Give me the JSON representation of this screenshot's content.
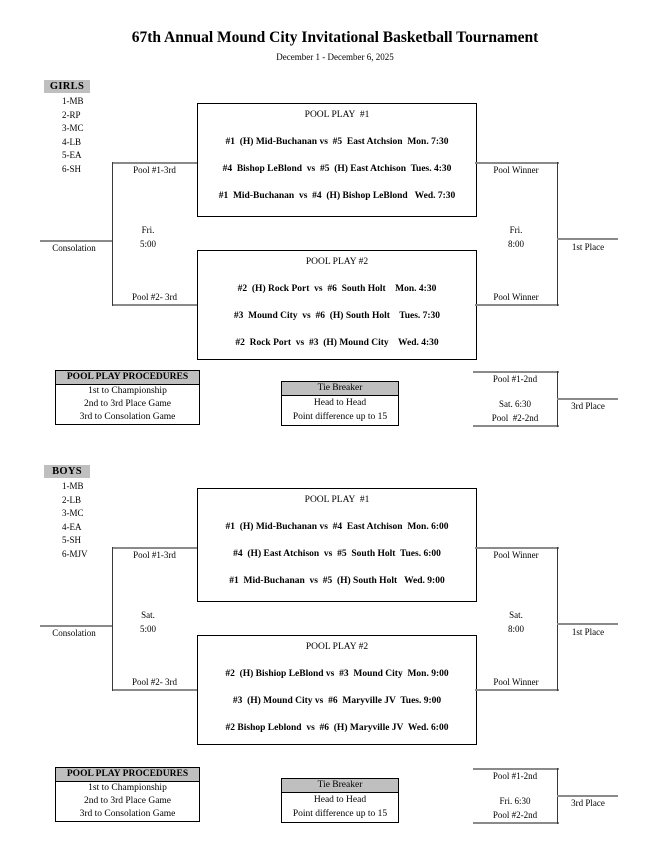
{
  "page": {
    "title": "67th Annual Mound City Invitational Basketball Tournament",
    "subtitle": "December 1 - December 6, 2025"
  },
  "colors": {
    "header_bg": "#bfbfbf",
    "bracket_line": "#8a8a8a"
  },
  "sections": [
    {
      "label": "GIRLS",
      "legend": [
        "1-MB",
        "2-RP",
        "3-MC",
        "4-LB",
        "5-EA",
        "6-SH"
      ],
      "pool1": {
        "title": "POOL PLAY  #1",
        "games": [
          "#1  (H) Mid-Buchanan vs  #5  East Atchsion  Mon. 7:30",
          "#4  Bishop LeBlond  vs  #5  (H) East Atchison  Tues. 4:30",
          "#1  Mid-Buchanan  vs  #4  (H) Bishop LeBlond   Wed. 7:30"
        ]
      },
      "pool2": {
        "title": "POOL PLAY #2",
        "games": [
          "#2  (H) Rock Port  vs  #6  South Holt    Mon. 4:30",
          "#3  Mound City  vs  #6  (H) South Holt    Tues. 7:30",
          "#2  Rock Port  vs  #3  (H) Mound City    Wed. 4:30"
        ]
      },
      "bracket": {
        "pool1_seed": "Pool #1-3rd",
        "pool2_seed": "Pool #2- 3rd",
        "consolation_day": "Fri.",
        "consolation_time": "5:00",
        "consolation_label": "Consolation",
        "winner_top": "Pool Winner",
        "winner_bottom": "Pool Winner",
        "final_day": "Fri.",
        "final_time": "8:00",
        "final_label": "1st Place"
      },
      "third_place": {
        "top_seed": "Pool #1-2nd",
        "time": "Sat. 6:30",
        "bottom_seed": "Pool  #2-2nd",
        "label": "3rd Place"
      },
      "procedures": {
        "title": "POOL PLAY PROCEDURES",
        "rows": [
          "1st to Championship",
          "2nd to 3rd Place Game",
          "3rd to Consolation Game"
        ]
      },
      "tiebreaker": {
        "title": "Tie Breaker",
        "rows": [
          "Head to Head",
          "Point difference up to 15"
        ]
      }
    },
    {
      "label": "BOYS",
      "legend": [
        "1-MB",
        "2-LB",
        "3-MC",
        "4-EA",
        "5-SH",
        "6-MJV"
      ],
      "pool1": {
        "title": "POOL PLAY  #1",
        "games": [
          "#1  (H) Mid-Buchanan vs  #4  East Atchison  Mon. 6:00",
          "#4  (H) East Atchison  vs  #5  South Holt  Tues. 6:00",
          "#1  Mid-Buchanan  vs  #5  (H) South Holt   Wed. 9:00"
        ]
      },
      "pool2": {
        "title": "POOL PLAY #2",
        "games": [
          "#2  (H) Bishiop LeBlond vs  #3  Mound City  Mon. 9:00",
          "#3  (H) Mound City vs  #6  Maryville JV  Tues. 9:00",
          "#2 Bishop Leblond  vs  #6  (H) Maryville JV  Wed. 6:00"
        ]
      },
      "bracket": {
        "pool1_seed": "Pool #1-3rd",
        "pool2_seed": "Pool #2- 3rd",
        "consolation_day": "Sat.",
        "consolation_time": "5:00",
        "consolation_label": "Consolation",
        "winner_top": "Pool Winner",
        "winner_bottom": "Pool Winner",
        "final_day": "Sat.",
        "final_time": "8:00",
        "final_label": "1st Place"
      },
      "third_place": {
        "top_seed": "Pool #1-2nd",
        "time": "Fri. 6:30",
        "bottom_seed": "Pool #2-2nd",
        "label": "3rd Place"
      },
      "procedures": {
        "title": "POOL PLAY PROCEDURES",
        "rows": [
          "1st to Championship",
          "2nd to 3rd Place Game",
          "3rd to Consolation Game"
        ]
      },
      "tiebreaker": {
        "title": "Tie Breaker",
        "rows": [
          "Head to Head",
          "Point difference up to 15"
        ]
      }
    }
  ]
}
